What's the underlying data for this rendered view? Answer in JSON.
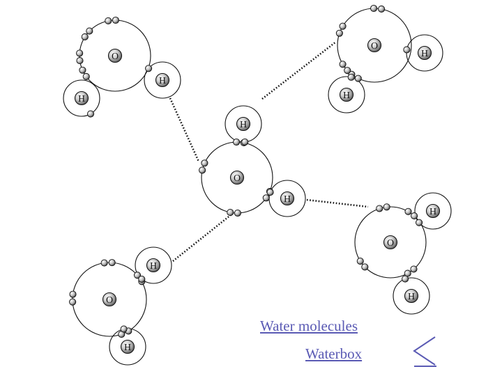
{
  "diagram": {
    "atom_labels": {
      "oxygen": "O",
      "hydrogen": "H"
    },
    "molecule_count": 5,
    "hydrogen_bond_count": 4
  },
  "links": {
    "water_molecules": "Water molecules",
    "waterbox": "Waterbox"
  },
  "nav": {
    "back_icon": "less-than-icon"
  },
  "colors": {
    "link": "#5a5ab4",
    "ink": "#111111"
  }
}
